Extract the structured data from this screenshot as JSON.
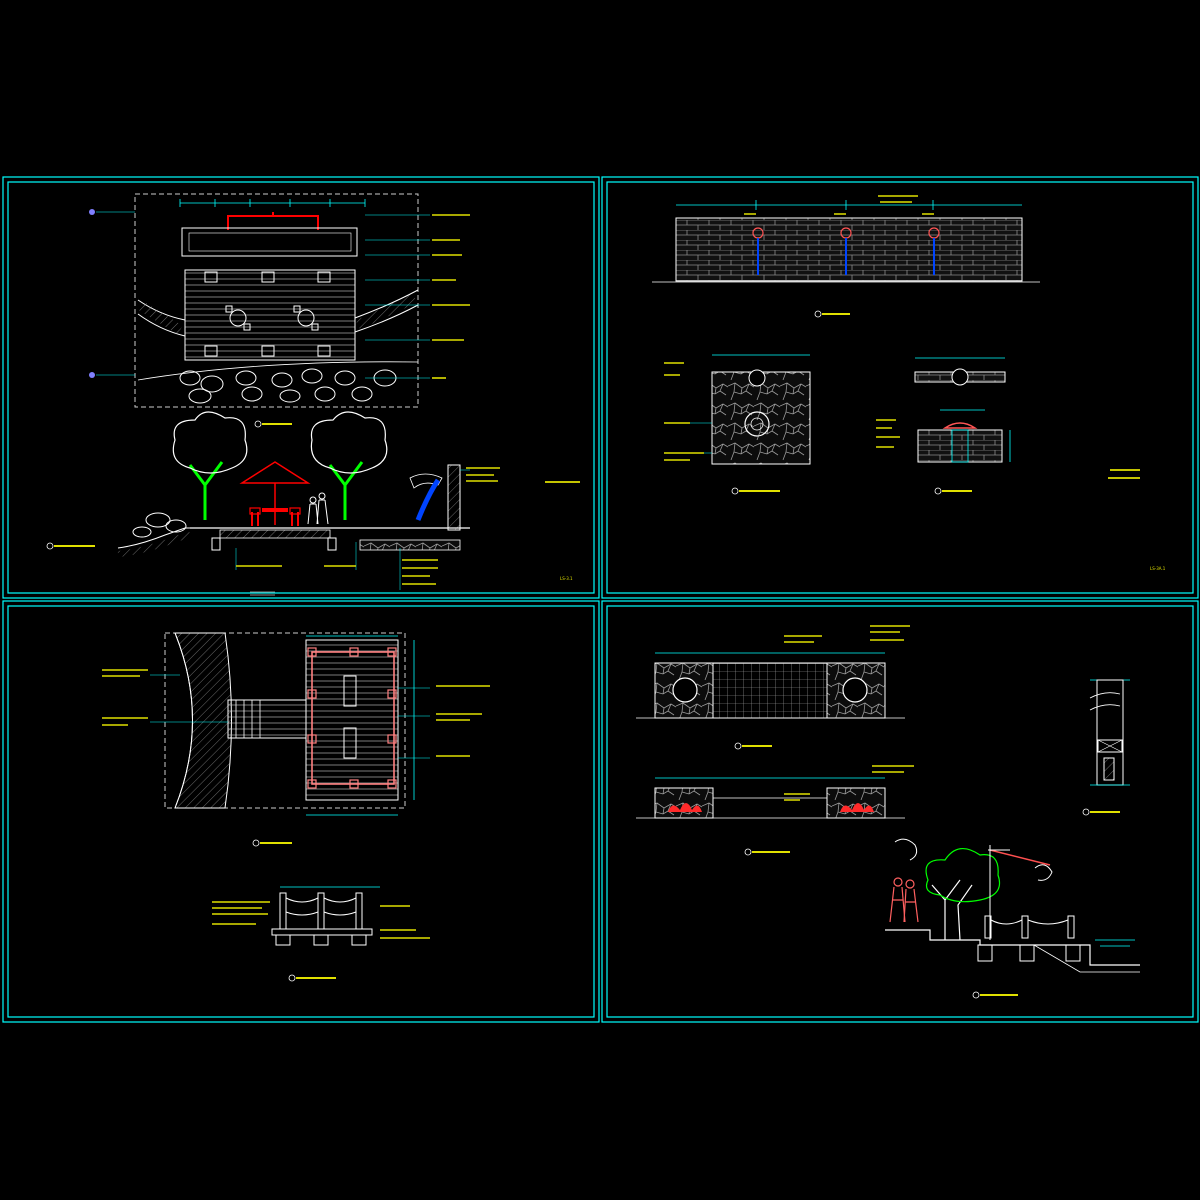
{
  "sheets": [
    {
      "id": "sheet-1",
      "sheet_no": "LS-3.1",
      "titles": {
        "plan": "",
        "section": "",
        "side_note": ""
      }
    },
    {
      "id": "sheet-2",
      "sheet_no": "LS-3A.1",
      "titles": {
        "elevation": "",
        "detail_a": "",
        "detail_b": "",
        "side_note_1": "",
        "side_note_2": ""
      }
    },
    {
      "id": "sheet-3",
      "sheet_no": "",
      "titles": {
        "plan": "",
        "section": ""
      }
    },
    {
      "id": "sheet-4",
      "sheet_no": "",
      "titles": {
        "elev_1": "",
        "elev_2": "",
        "detail": "",
        "section": ""
      }
    }
  ],
  "colors": {
    "background": "#000000",
    "frame": "#00ffff",
    "dimension": "#00ffff",
    "linework": "#ffffff",
    "tree": "#00ff00",
    "furniture": "#ff0000",
    "note_text": "#e0e000",
    "water": "#0044ff",
    "marker": "#8080ff",
    "stonework": "#9a9a9a"
  }
}
